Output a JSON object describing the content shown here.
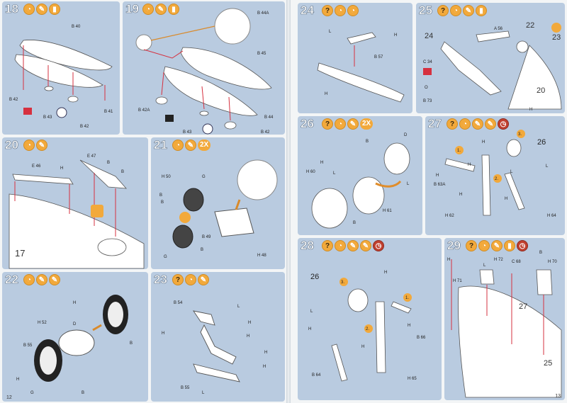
{
  "document": {
    "page_left_number": "12",
    "page_right_number": "13"
  },
  "steps": [
    {
      "id": "18",
      "icons": [
        "glue",
        "paint",
        "glue-tube"
      ]
    },
    {
      "id": "19",
      "icons": [
        "glue",
        "paint",
        "glue-tube"
      ],
      "mult": ""
    },
    {
      "id": "20",
      "icons": [
        "glue",
        "paint"
      ]
    },
    {
      "id": "21",
      "icons": [
        "glue",
        "paint"
      ],
      "mult": "2X"
    },
    {
      "id": "22",
      "icons": [
        "glue",
        "paint",
        "paint"
      ]
    },
    {
      "id": "23",
      "icons": [
        "question",
        "glue",
        "paint"
      ]
    },
    {
      "id": "24",
      "icons": [
        "question",
        "glue",
        "glue"
      ]
    },
    {
      "id": "25",
      "icons": [
        "question",
        "glue",
        "paint",
        "glue-tube"
      ]
    },
    {
      "id": "26",
      "icons": [
        "question",
        "glue",
        "paint"
      ],
      "mult": "2X"
    },
    {
      "id": "27",
      "icons": [
        "question",
        "glue",
        "paint",
        "paint",
        "clock"
      ]
    },
    {
      "id": "28",
      "icons": [
        "question",
        "glue",
        "paint",
        "paint",
        "clock"
      ]
    },
    {
      "id": "29",
      "icons": [
        "question",
        "glue",
        "paint",
        "glue-tube",
        "clock"
      ]
    }
  ],
  "labels": {
    "s18": [
      "B 40",
      "B 42",
      "B 43",
      "B 41",
      "B 42"
    ],
    "s19": [
      "B 44A",
      "B 45",
      "B 42A",
      "B 43",
      "B 44",
      "B 42"
    ],
    "s20": [
      "E 46",
      "H",
      "E 47",
      "B",
      "B",
      "17"
    ],
    "s21": [
      "H 50",
      "G",
      "B",
      "B",
      "B 49",
      "B",
      "G",
      "H 48"
    ],
    "s22": [
      "H",
      "D",
      "H 52",
      "B 55",
      "H",
      "G",
      "B",
      "B"
    ],
    "s23": [
      "B 54",
      "L",
      "H",
      "H",
      "H",
      "H",
      "H",
      "B 55",
      "L"
    ],
    "s24": [
      "L",
      "H",
      "B 57",
      "H"
    ],
    "s25": [
      "A 56",
      "22",
      "23",
      "24",
      "C 34",
      "O",
      "B 73",
      "20",
      "H"
    ],
    "s26": [
      "B",
      "D",
      "H 60",
      "H",
      "L",
      "B",
      "H 61",
      "L"
    ],
    "s27": [
      "26",
      "3.",
      "H",
      "1.",
      "H",
      "H",
      "L",
      "B 63A",
      "H",
      "2.",
      "H",
      "L",
      "H 62",
      "H 64"
    ],
    "s28": [
      "26",
      "3.",
      "H",
      "1.",
      "L",
      "H",
      "H",
      "2.",
      "H",
      "B 66",
      "B 64",
      "H 65"
    ],
    "s29": [
      "H",
      "L",
      "H 72",
      "C 68",
      "B",
      "H 70",
      "H 71",
      "27",
      "25"
    ]
  },
  "colors": {
    "panel": "#b9cbe0",
    "step_icon": "#f2a93b",
    "arrow": "#d6303f",
    "clock": "#c0402f"
  }
}
